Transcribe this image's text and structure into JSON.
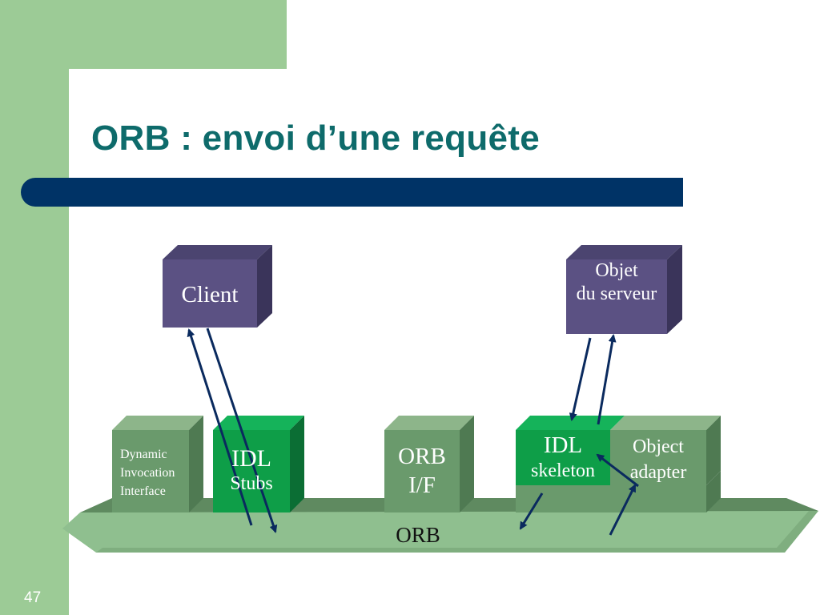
{
  "slide": {
    "title": "ORB : envoi d’une requête",
    "number": "47"
  },
  "diagram": {
    "client": "Client",
    "server_object": {
      "line1": "Objet",
      "line2": "du serveur"
    },
    "dii": {
      "line1": "Dynamic",
      "line2": "Invocation",
      "line3": "Interface"
    },
    "idl_stubs": {
      "line1": "IDL",
      "line2": "Stubs"
    },
    "orb_if": {
      "line1": "ORB",
      "line2": "I/F"
    },
    "idl_skeleton": {
      "line1": "IDL",
      "line2": "skeleton"
    },
    "object_adapter": {
      "line1": "Object",
      "line2": "adapter"
    },
    "orb_bus": "ORB"
  },
  "colors": {
    "accent_green": "#9ccb96",
    "title_teal": "#0e6b6b",
    "title_bar_navy": "#003366",
    "box_purple": "#5b5183",
    "box_gray_green": "#6a9a6c",
    "box_bright_green": "#0e9e48",
    "arrow_navy": "#0a2a5e"
  }
}
